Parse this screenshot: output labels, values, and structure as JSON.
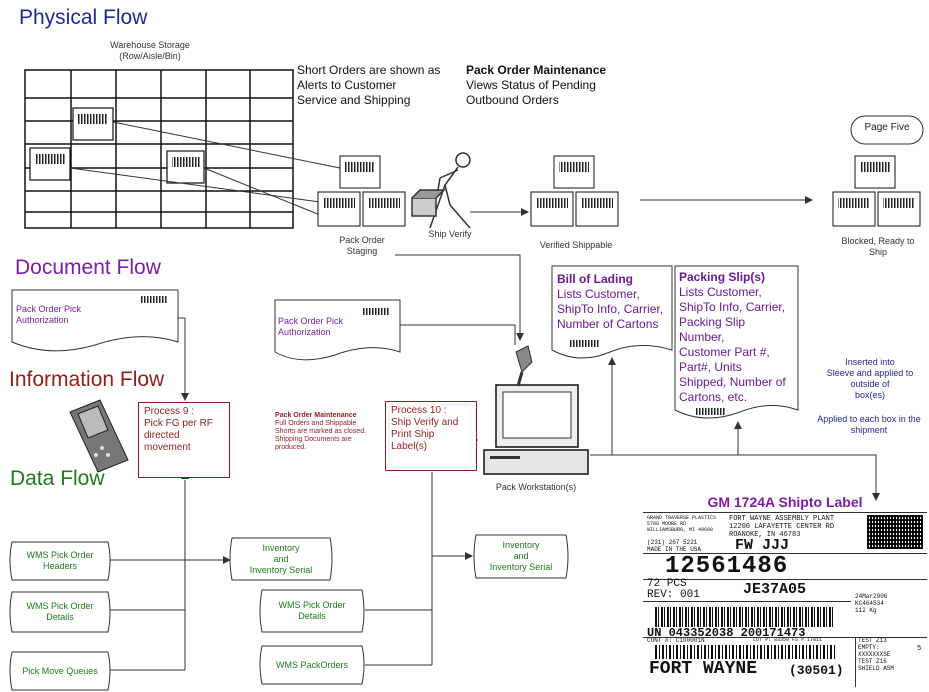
{
  "sections": {
    "physical": "Physical Flow",
    "document": "Document Flow",
    "information": "Information Flow",
    "data": "Data Flow"
  },
  "warehouse": {
    "line1": "Warehouse Storage",
    "line2": "(Row/Aisle/Bin)"
  },
  "notes": {
    "short_orders": [
      "Short Orders are shown as",
      "Alerts to Customer",
      "Service and Shipping"
    ],
    "pack_title": "Pack Order Maintenance",
    "pack_lines": [
      "Views Status of Pending",
      "Outbound Orders"
    ]
  },
  "page_five": "Page Five",
  "labels": {
    "staging": [
      "Pack Order",
      "Staging"
    ],
    "ship_verify": "Ship Verify",
    "verified": "Verified Shippable",
    "blocked": [
      "Blocked, Ready to",
      "Ship"
    ],
    "workstation": "Pack Workstation(s)"
  },
  "docs": {
    "pick_auth_1": [
      "Pack Order Pick",
      "Authorization"
    ],
    "pick_auth_2": [
      "Pack Order Pick",
      "Authorization"
    ],
    "bol": {
      "title": "Bill of Lading",
      "lines": [
        "Lists Customer,",
        "ShipTo Info, Carrier,",
        "Number of Cartons"
      ]
    },
    "packing_slip": {
      "title": "Packing Slip(s)",
      "lines": [
        "Lists Customer,",
        "ShipTo Info, Carrier,",
        "Packing Slip",
        "Number,",
        "Customer Part #,",
        "Part#, Units",
        "Shipped, Number of",
        "Cartons, etc."
      ]
    }
  },
  "sleeve_note": [
    "Inserted into",
    "Sleeve and applied to",
    "outside of",
    "box(es)"
  ],
  "applied_note": [
    "Applied to each box in the",
    "shipment"
  ],
  "process9": [
    "Process 9 :",
    "Pick FG per RF",
    "directed movement"
  ],
  "process10": [
    "Process 10 :",
    "Ship Verify and",
    "Print Ship Label(s)"
  ],
  "pack_maint_note": {
    "title": "Pack Order Maintenance",
    "lines": [
      "Full Orders and Shippable",
      "Shorts are marked as closed.",
      "Shipping Documents are",
      "produced."
    ]
  },
  "data": {
    "headers": [
      "WMS Pick Order",
      "Headers"
    ],
    "details": [
      "WMS Pick Order",
      "Details"
    ],
    "queues": "Pick Move Queues",
    "inv1": [
      "Inventory",
      "and",
      "Inventory Serial"
    ],
    "inv2": [
      "Inventory",
      "and",
      "Inventory Serial"
    ],
    "details2": [
      "WMS Pick Order",
      "Details"
    ],
    "packorders": "WMS PackOrders"
  },
  "shipto": {
    "title": "GM 1724A Shipto Label",
    "from": [
      "GRAND TRAVERSE PLASTICS",
      "5780 MOORE RD",
      "WILLIAMSBURG, MI 49690"
    ],
    "to": [
      "FORT WAYNE ASSEMBLY PLANT",
      "12200 LAFAYETTE CENTER RD",
      "ROANOKE, IN 46783"
    ],
    "phone": [
      "(231) 267 5221",
      "MADE IN THE USA"
    ],
    "fw": "FW  JJJ",
    "part": "12561486",
    "qty": "72 PCS",
    "rev": "REV: 001",
    "supplier": "JE37A05",
    "right_small": [
      "24Mar2006",
      "KC464534",
      "112 Kg"
    ],
    "un": "UN  043352038  200171473",
    "cont": "CONT #: C100001N",
    "lot": "LOT #: 83350 FS # 17811",
    "city": "FORT  WAYNE",
    "zip": "(30501)",
    "test": [
      "TEST Z13",
      "EMPTY:",
      "XXXXXXXSE",
      "TEST Z16",
      "SHIELD ASM"
    ],
    "five": "5"
  }
}
